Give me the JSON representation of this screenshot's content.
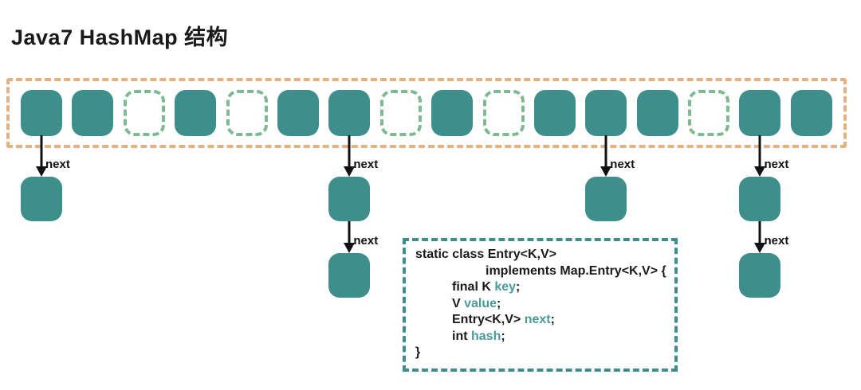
{
  "title": "Java7 HashMap 结构",
  "labels": {
    "next": "next"
  },
  "bucket_array": {
    "slot_count": 16,
    "slots": [
      {
        "filled": true
      },
      {
        "filled": true
      },
      {
        "filled": false
      },
      {
        "filled": true
      },
      {
        "filled": false
      },
      {
        "filled": true
      },
      {
        "filled": true
      },
      {
        "filled": false
      },
      {
        "filled": true
      },
      {
        "filled": false
      },
      {
        "filled": true
      },
      {
        "filled": true
      },
      {
        "filled": true
      },
      {
        "filled": false
      },
      {
        "filled": true
      },
      {
        "filled": true
      }
    ]
  },
  "chains": [
    {
      "slot_index": 0,
      "node_count": 1
    },
    {
      "slot_index": 6,
      "node_count": 2
    },
    {
      "slot_index": 11,
      "node_count": 1
    },
    {
      "slot_index": 14,
      "node_count": 2
    }
  ],
  "code_box": {
    "lines": [
      {
        "indent": 0,
        "segments": [
          {
            "text": "static class Entry<K,V>",
            "accent": false
          }
        ]
      },
      {
        "indent": 2,
        "segments": [
          {
            "text": "implements Map.Entry<K,V> {",
            "accent": false
          }
        ]
      },
      {
        "indent": 1,
        "segments": [
          {
            "text": "final K ",
            "accent": false
          },
          {
            "text": "key",
            "accent": true
          },
          {
            "text": ";",
            "accent": false
          }
        ]
      },
      {
        "indent": 1,
        "segments": [
          {
            "text": "V ",
            "accent": false
          },
          {
            "text": "value",
            "accent": true
          },
          {
            "text": ";",
            "accent": false
          }
        ]
      },
      {
        "indent": 1,
        "segments": [
          {
            "text": "Entry<K,V> ",
            "accent": false
          },
          {
            "text": "next",
            "accent": true
          },
          {
            "text": ";",
            "accent": false
          }
        ]
      },
      {
        "indent": 1,
        "segments": [
          {
            "text": "int ",
            "accent": false
          },
          {
            "text": "hash",
            "accent": true
          },
          {
            "text": ";",
            "accent": false
          }
        ]
      },
      {
        "indent": 0,
        "segments": [
          {
            "text": "}",
            "accent": false
          }
        ]
      }
    ]
  },
  "colors": {
    "node_fill": "#3E8F8C",
    "empty_slot_dash": "#7CBA91",
    "array_border_dash": "#E2B283",
    "code_border_dash": "#3E8F8C",
    "code_accent": "#4A9A98",
    "text": "#1A1A1A"
  }
}
